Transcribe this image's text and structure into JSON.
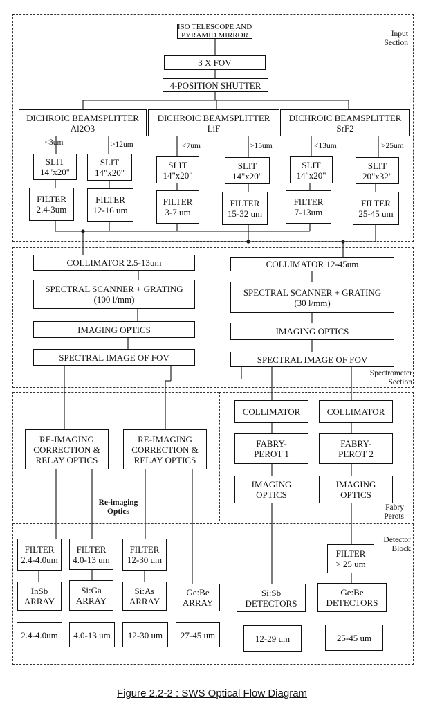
{
  "top": {
    "line1": "ISO TELESCOPE AND",
    "line2": "PYRAMID MIRROR"
  },
  "fov": "3 X FOV",
  "shutter": "4-POSITION SHUTTER",
  "beamsplitters": [
    {
      "label": "DICHROIC BEAMSPLITTER",
      "material": "Al2O3"
    },
    {
      "label": "DICHROIC BEAMSPLITTER",
      "material": "LiF"
    },
    {
      "label": "DICHROIC BEAMSPLITTER",
      "material": "SrF2"
    }
  ],
  "wavelength_labels": [
    "<3um",
    ">12um",
    "<7um",
    ">15um",
    "<13um",
    ">25um"
  ],
  "slits": [
    {
      "label": "SLIT",
      "size": "14\"x20\""
    },
    {
      "label": "SLIT",
      "size": "14\"x20\""
    },
    {
      "label": "SLIT",
      "size": "14\"x20\""
    },
    {
      "label": "SLIT",
      "size": "14\"x20\""
    },
    {
      "label": "SLIT",
      "size": "14\"x20\""
    },
    {
      "label": "SLIT",
      "size": "20\"x32\""
    }
  ],
  "filters_top": [
    {
      "label": "FILTER",
      "range": "2.4-3um"
    },
    {
      "label": "FILTER",
      "range": "12-16 um"
    },
    {
      "label": "FILTER",
      "range": "3-7 um"
    },
    {
      "label": "FILTER",
      "range": "15-32 um"
    },
    {
      "label": "FILTER",
      "range": "7-13um"
    },
    {
      "label": "FILTER",
      "range": "25-45 um"
    }
  ],
  "sections": {
    "input": {
      "line1": "Input",
      "line2": "Section"
    },
    "spectrometer": {
      "line1": "Spectrometer",
      "line2": "Section"
    },
    "reimaging": {
      "line1": "Re-imaging",
      "line2": "Optics"
    },
    "fabry": {
      "line1": "Fabry",
      "line2": "Perots"
    },
    "detector": {
      "line1": "Detector",
      "line2": "Block"
    }
  },
  "left_chain": {
    "collimator": "COLLIMATOR 2.5-13um",
    "scanner": "SPECTRAL SCANNER + GRATING",
    "scanner_sub": "(100 l/mm)",
    "imaging": "IMAGING OPTICS",
    "spectral": "SPECTRAL IMAGE OF FOV"
  },
  "right_chain": {
    "collimator": "COLLIMATOR 12-45um",
    "scanner": "SPECTRAL SCANNER + GRATING",
    "scanner_sub": "(30 l/mm)",
    "imaging": "IMAGING OPTICS",
    "spectral": "SPECTRAL IMAGE OF FOV"
  },
  "reimaging_box": {
    "line1": "RE-IMAGING",
    "line2": "CORRECTION &",
    "line3": "RELAY OPTICS"
  },
  "fp": [
    {
      "collimator": "COLLIMATOR",
      "fp1": "FABRY-",
      "fp2": "PEROT 1",
      "img1": "IMAGING",
      "img2": "OPTICS"
    },
    {
      "collimator": "COLLIMATOR",
      "fp1": "FABRY-",
      "fp2": "PEROT 2",
      "img1": "IMAGING",
      "img2": "OPTICS"
    }
  ],
  "det_filters": [
    {
      "label": "FILTER",
      "range": "2.4-4.0um"
    },
    {
      "label": "FILTER",
      "range": "4.0-13 um"
    },
    {
      "label": "FILTER",
      "range": "12-30 um"
    },
    {
      "label": "FILTER",
      "range": "> 25 um"
    }
  ],
  "detectors": [
    {
      "l1": "InSb",
      "l2": "ARRAY"
    },
    {
      "l1": "Si:Ga",
      "l2": "ARRAY"
    },
    {
      "l1": "Si:As",
      "l2": "ARRAY"
    },
    {
      "l1": "Ge:Be",
      "l2": "ARRAY"
    },
    {
      "l1": "Si:Sb",
      "l2": "DETECTORS"
    },
    {
      "l1": "Ge:Be",
      "l2": "DETECTORS"
    }
  ],
  "ranges": [
    "2.4-4.0um",
    "4.0-13 um",
    "12-30 um",
    "27-45 um",
    "12-29 um",
    "25-45 um"
  ],
  "caption": "Figure 2.2-2 : SWS Optical Flow Diagram"
}
